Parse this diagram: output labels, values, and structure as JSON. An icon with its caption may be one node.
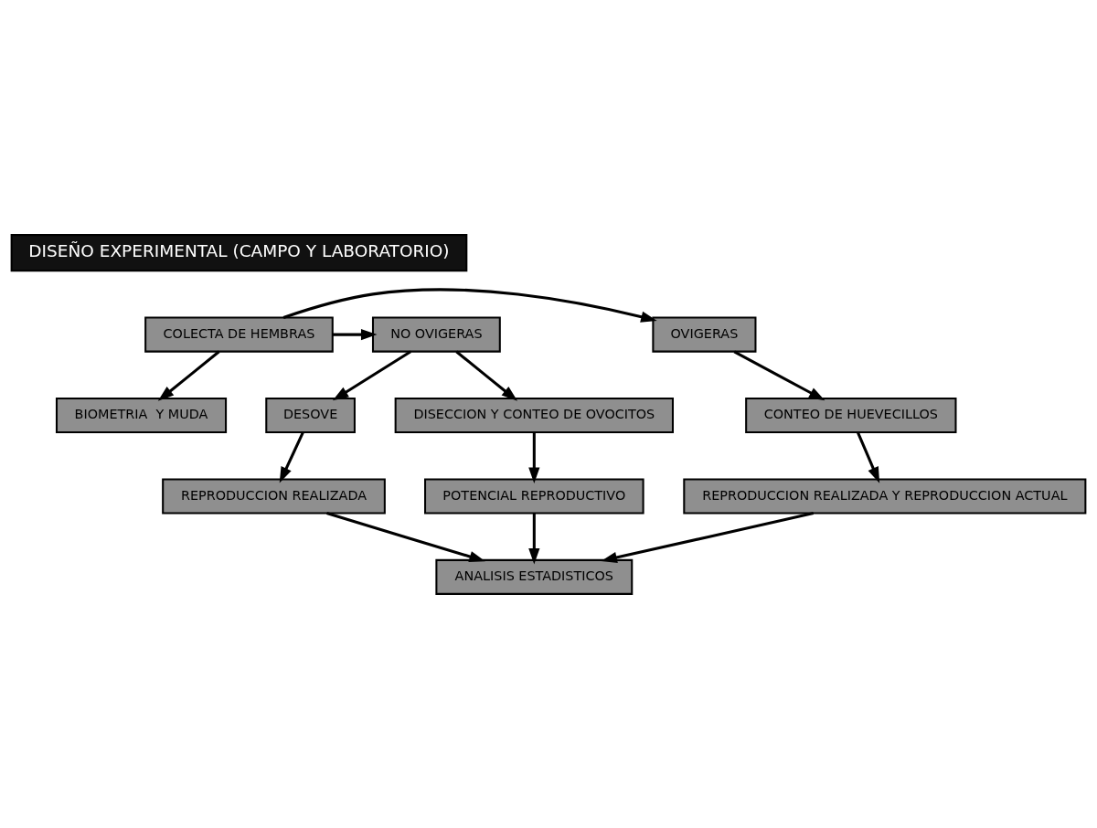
{
  "diagram": {
    "nodes": [
      {
        "text": [
          "DISEÑO EXPERIMENTAL (CAMPO Y LABORATORIO)"
        ]
      },
      {
        "text": [
          "OVIGERAS"
        ]
      },
      {
        "text": [
          "COLECTA DE HEMBRAS"
        ]
      },
      {
        "text": [
          "NO OVIGERAS"
        ]
      },
      {
        "text": [
          "CONTEO DE HUEVECILLOS"
        ]
      },
      {
        "text": [
          "BIOMETRIA  Y MUDA"
        ]
      },
      {
        "text": [
          "DISECCION Y CONTEO DE OVOCITOS"
        ]
      },
      {
        "text": [
          "DESOVE"
        ]
      },
      {
        "text": [
          "REPRODUCCION REALIZADA Y REPRODUCCION ACTUAL"
        ]
      },
      {
        "text": [
          "POTENCIAL REPRODUCTIVO"
        ]
      },
      {
        "text": [
          "REPRODUCCION REALIZADA"
        ]
      },
      {
        "text": [
          "ANALISIS ESTADISTICOS"
        ]
      }
    ],
    "edges": [
      {
        "from": 2,
        "to": 1,
        "arrow": "to"
      },
      {
        "from": 2,
        "to": 3,
        "arrow": "to"
      },
      {
        "from": 2,
        "to": 5,
        "arrow": "to"
      },
      {
        "from": 1,
        "to": 4,
        "arrow": "to"
      },
      {
        "from": 3,
        "to": 6,
        "arrow": "to"
      },
      {
        "from": 3,
        "to": 7,
        "arrow": "to"
      },
      {
        "from": 4,
        "to": 8,
        "arrow": "to"
      },
      {
        "from": 6,
        "to": 9,
        "arrow": "to"
      },
      {
        "from": 7,
        "to": 10,
        "arrow": "to"
      },
      {
        "from": 8,
        "to": 11,
        "arrow": "to"
      },
      {
        "from": 9,
        "to": 11,
        "arrow": "to"
      },
      {
        "from": 10,
        "to": 11,
        "arrow": "to"
      }
    ]
  }
}
